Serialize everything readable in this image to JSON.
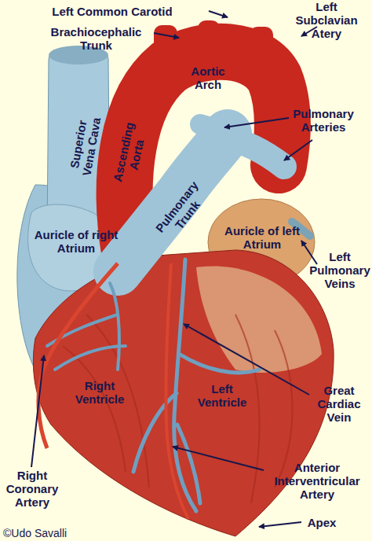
{
  "diagram": {
    "labels": [
      "Left Common Carotid",
      "Left Subclavian Atery",
      "Brachiocephalic Trunk",
      "Aortic Arch",
      "Superior Vena Cava",
      "Ascending Aorta",
      "Pulmonary Arteries",
      "Pulmonary Trunk",
      "Auricle of right Atrium",
      "Auricle of left Atrium",
      "Left Pulmonary Veins",
      "Right Ventricle",
      "Left Ventricle",
      "Great Cardiac Vein",
      "Right Coronary Artery",
      "Anterior Interventricular Artery",
      "Apex",
      "©Udo Savalli"
    ]
  }
}
